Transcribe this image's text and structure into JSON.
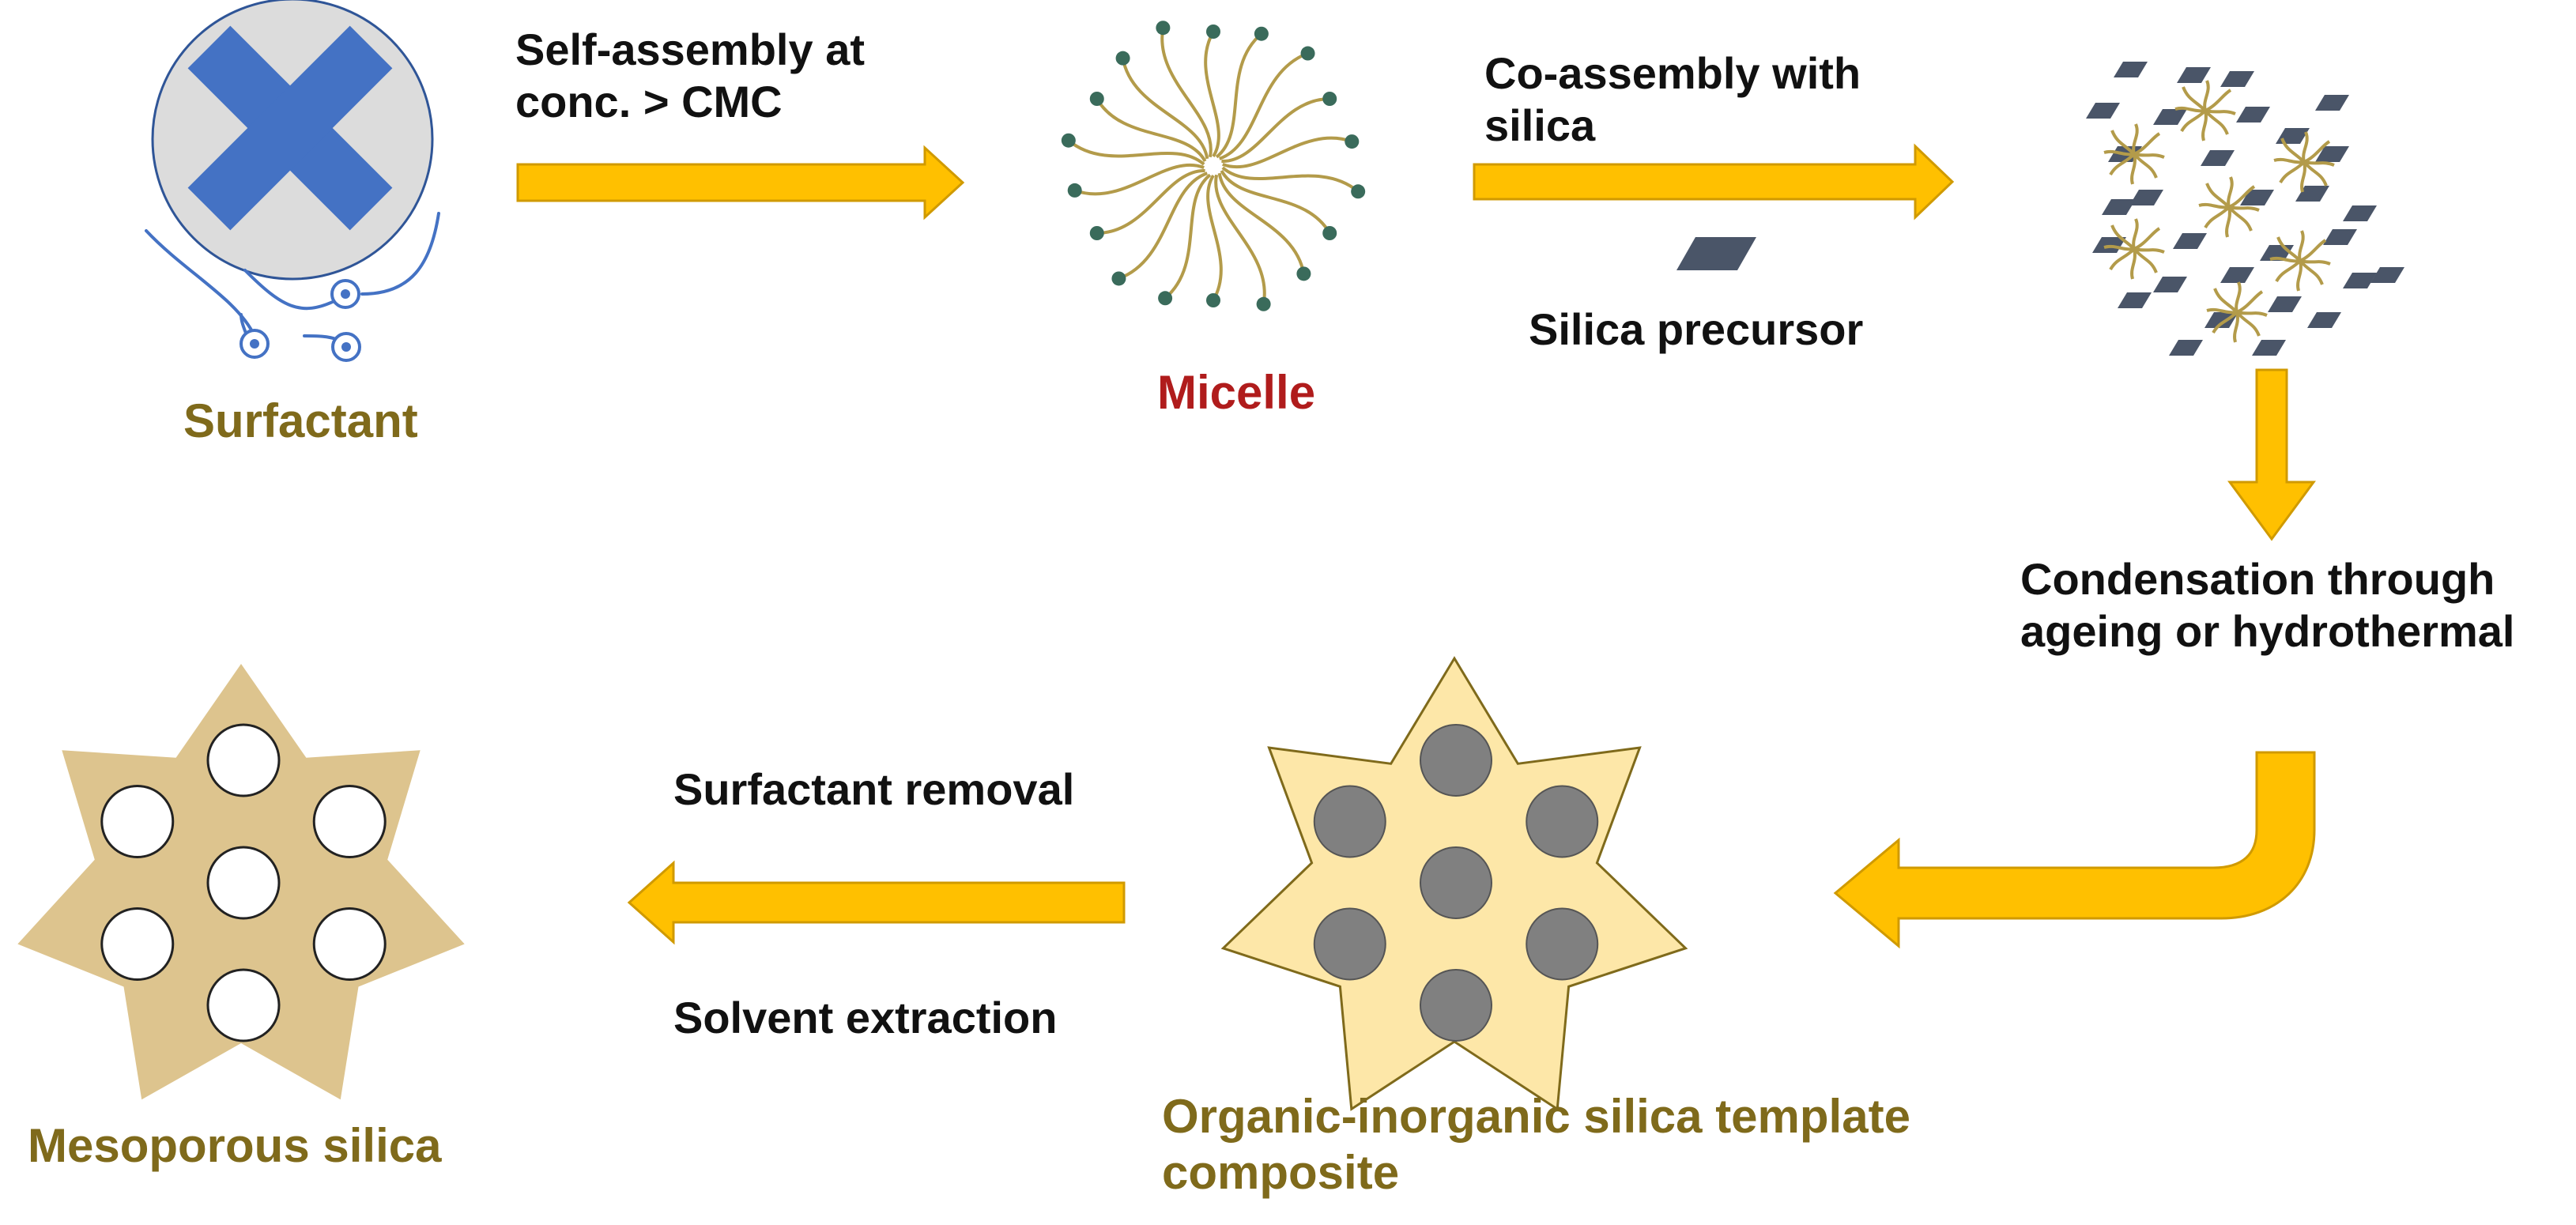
{
  "colors": {
    "arrow_fill": "#ffc000",
    "arrow_stroke": "#d09a00",
    "surfactant_circle": "#dcdcdc",
    "surfactant_cross": "#4472c4",
    "micelle_tail": "#b39b4a",
    "micelle_head": "#3a6b5b",
    "silica_precursor": "#4a5568",
    "composite_star": "#fde7a8",
    "mesoporous_star": "#ddc48e",
    "pore_filled": "#808080",
    "pore_empty": "#ffffff",
    "label_gold": "#7f6a1b",
    "label_red": "#b01c1c"
  },
  "stages": {
    "surfactant": {
      "label": "Surfactant",
      "icon": "surfactant-icon"
    },
    "micelle": {
      "label": "Micelle",
      "icon": "micelle-icon"
    },
    "silica_mix": {
      "icon": "micelle-silica-mixture-icon"
    },
    "composite": {
      "label_line1": "Organic-inorganic silica template",
      "label_line2": "composite",
      "icon": "composite-star-icon"
    },
    "mesoporous": {
      "label": "Mesoporous silica",
      "icon": "mesoporous-star-icon"
    }
  },
  "steps": {
    "self_assembly": {
      "line1": "Self-assembly at",
      "line2": "conc. > CMC"
    },
    "co_assembly": {
      "line1": "Co-assembly with",
      "line2": "silica"
    },
    "silica_precursor": {
      "label": "Silica precursor",
      "icon": "silica-precursor-icon"
    },
    "condensation": {
      "line1": "Condensation through",
      "line2": "ageing or hydrothermal"
    },
    "removal": {
      "label": "Surfactant removal"
    },
    "extraction": {
      "label": "Solvent extraction"
    }
  }
}
